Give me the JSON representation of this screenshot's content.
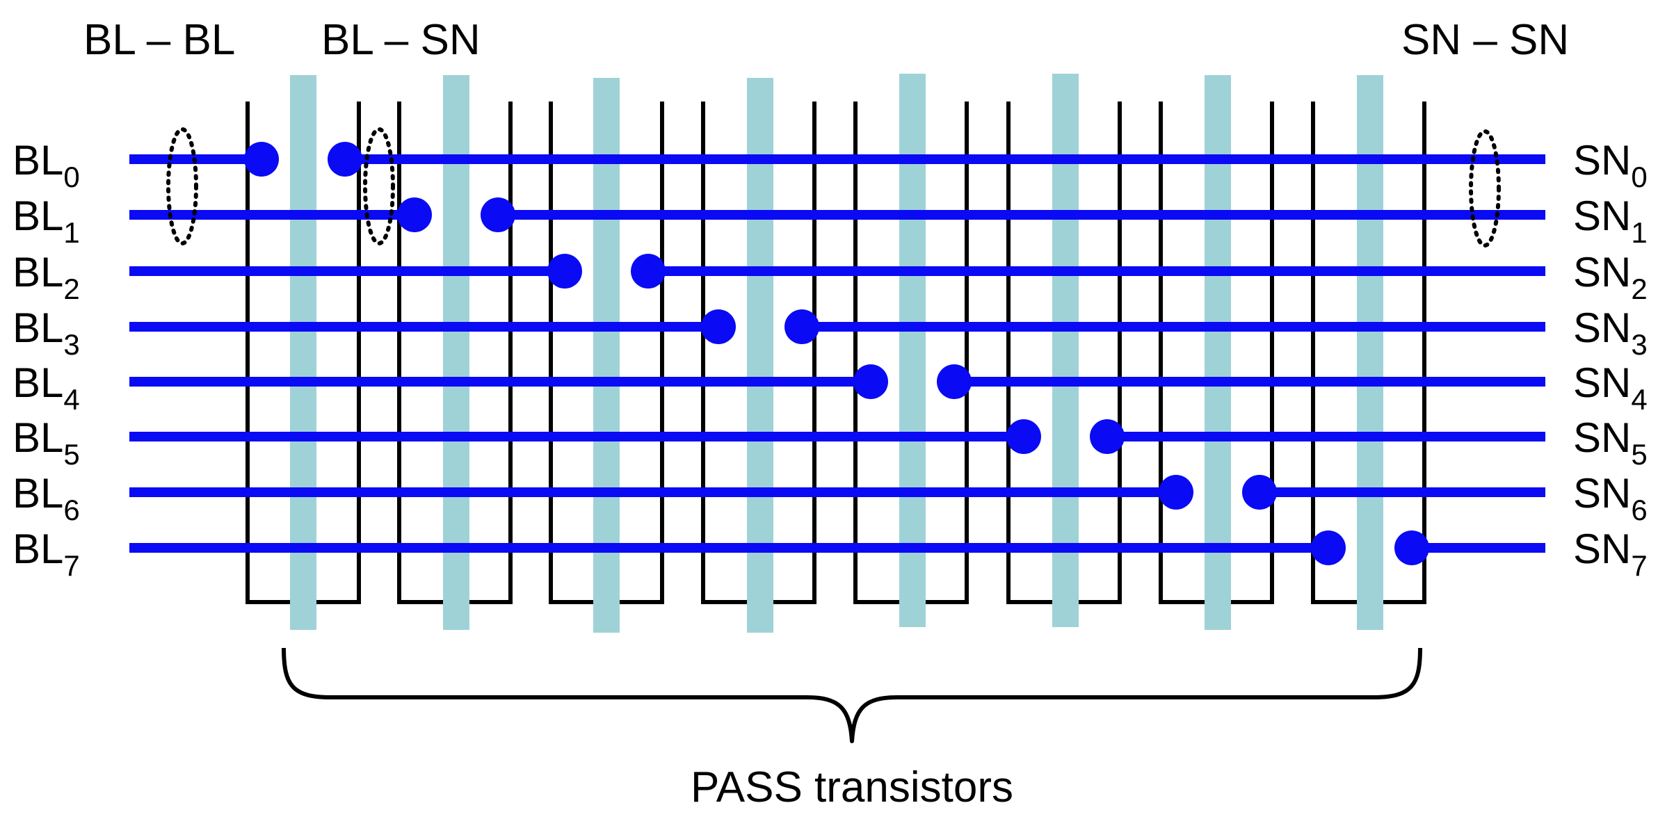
{
  "top_labels": {
    "bl_bl": "BL – BL",
    "bl_sn": "BL – SN",
    "sn_sn": "SN – SN"
  },
  "caption": "PASS transistors",
  "bitlines": [
    {
      "prefix": "BL",
      "index": "0"
    },
    {
      "prefix": "BL",
      "index": "1"
    },
    {
      "prefix": "BL",
      "index": "2"
    },
    {
      "prefix": "BL",
      "index": "3"
    },
    {
      "prefix": "BL",
      "index": "4"
    },
    {
      "prefix": "BL",
      "index": "5"
    },
    {
      "prefix": "BL",
      "index": "6"
    },
    {
      "prefix": "BL",
      "index": "7"
    }
  ],
  "sense_nodes": [
    {
      "prefix": "SN",
      "index": "0"
    },
    {
      "prefix": "SN",
      "index": "1"
    },
    {
      "prefix": "SN",
      "index": "2"
    },
    {
      "prefix": "SN",
      "index": "3"
    },
    {
      "prefix": "SN",
      "index": "4"
    },
    {
      "prefix": "SN",
      "index": "5"
    },
    {
      "prefix": "SN",
      "index": "6"
    },
    {
      "prefix": "SN",
      "index": "7"
    }
  ],
  "transistor_count": 8,
  "colors": {
    "line": "#0a0af5",
    "contact": "#0a0af5",
    "gate": "#9fd2d6",
    "outline": "#000000"
  }
}
